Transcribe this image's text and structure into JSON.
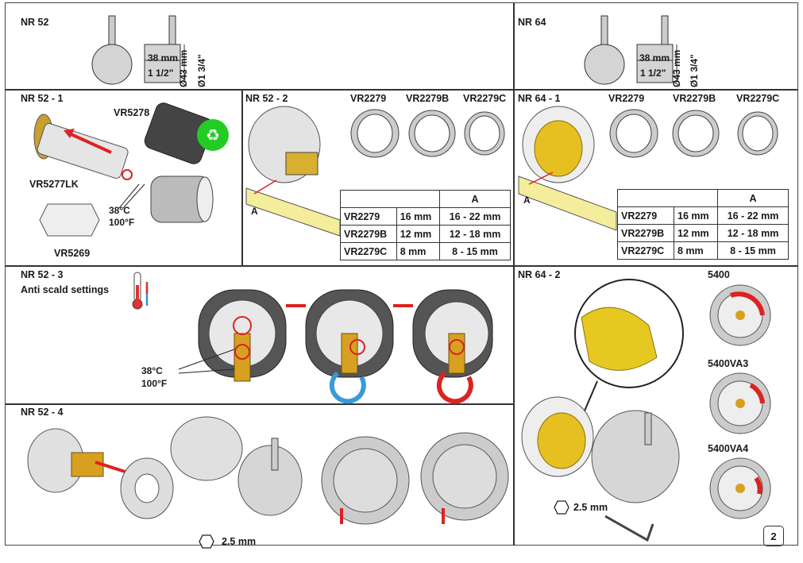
{
  "sections": {
    "nr52": "NR 52",
    "nr64": "NR 64",
    "nr52_1": "NR 52 - 1",
    "nr52_2": "NR 52 - 2",
    "nr64_1": "NR 64 - 1",
    "nr52_3": "NR 52 - 3",
    "nr52_3_sub": "Anti scald settings",
    "nr52_4": "NR 52 - 4",
    "nr64_2": "NR 64 - 2"
  },
  "dims": {
    "mm38": "38 mm",
    "inch": "1 1/2\"",
    "dia_mm": "Ø43 mm",
    "dia_in": "Ø1 3/4\""
  },
  "parts": {
    "vr5278": "VR5278",
    "vr5277lk": "VR5277LK",
    "vr5269": "VR5269",
    "temp_c": "38°C",
    "temp_f": "100°F",
    "a_mark": "A"
  },
  "rings": [
    "VR2279",
    "VR2279B",
    "VR2279C"
  ],
  "spec_table": {
    "header": "A",
    "rows": [
      [
        "VR2279",
        "16 mm",
        "16 - 22 mm"
      ],
      [
        "VR2279B",
        "12 mm",
        "12 - 18 mm"
      ],
      [
        "VR2279C",
        "8 mm",
        "8 - 15 mm"
      ]
    ]
  },
  "variants": [
    "5400",
    "5400VA3",
    "5400VA4"
  ],
  "tool": "2.5 mm",
  "page_number": "2"
}
